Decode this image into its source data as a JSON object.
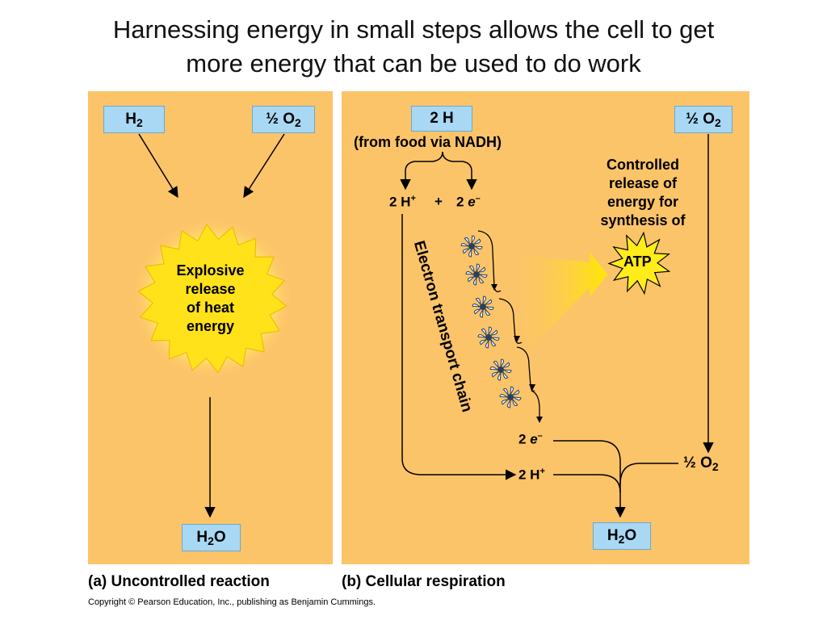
{
  "title": {
    "line1": "Harnessing energy in small steps allows the cell to get",
    "line2": "more energy that can be used to do work"
  },
  "panel_a": {
    "h2_box": {
      "main": "H",
      "sub": "2"
    },
    "o2_box": {
      "coef": "½ O",
      "sub": "2"
    },
    "burst_text": [
      "Explosive",
      "release",
      "of heat",
      "energy"
    ],
    "h2o_box": {
      "h": "H",
      "sub": "2",
      "o": "O"
    },
    "caption": "(a) Uncontrolled reaction"
  },
  "panel_b": {
    "h_box": "2 H",
    "from_food": "(from food via NADH)",
    "o2_box": {
      "coef": "½ O",
      "sub": "2"
    },
    "h_plus": {
      "main": "2 H",
      "sup": "+"
    },
    "plus": "+",
    "electrons": {
      "coef": "2 ",
      "e": "e",
      "sup": "–"
    },
    "controlled_text": [
      "Controlled",
      "release of",
      "energy for",
      "synthesis of"
    ],
    "atp": "ATP",
    "chain_label": "Electron transport chain",
    "e_out": {
      "coef": "2 ",
      "e": "e",
      "sup": "–"
    },
    "o2_right": {
      "coef": "½ O",
      "sub": "2"
    },
    "h_plus_out": {
      "main": "2 H",
      "sup": "+"
    },
    "h2o_box": {
      "h": "H",
      "sub": "2",
      "o": "O"
    },
    "caption": "(b) Cellular respiration"
  },
  "copyright": "Copyright © Pearson Education, Inc., publishing as Benjamin Cummings."
}
